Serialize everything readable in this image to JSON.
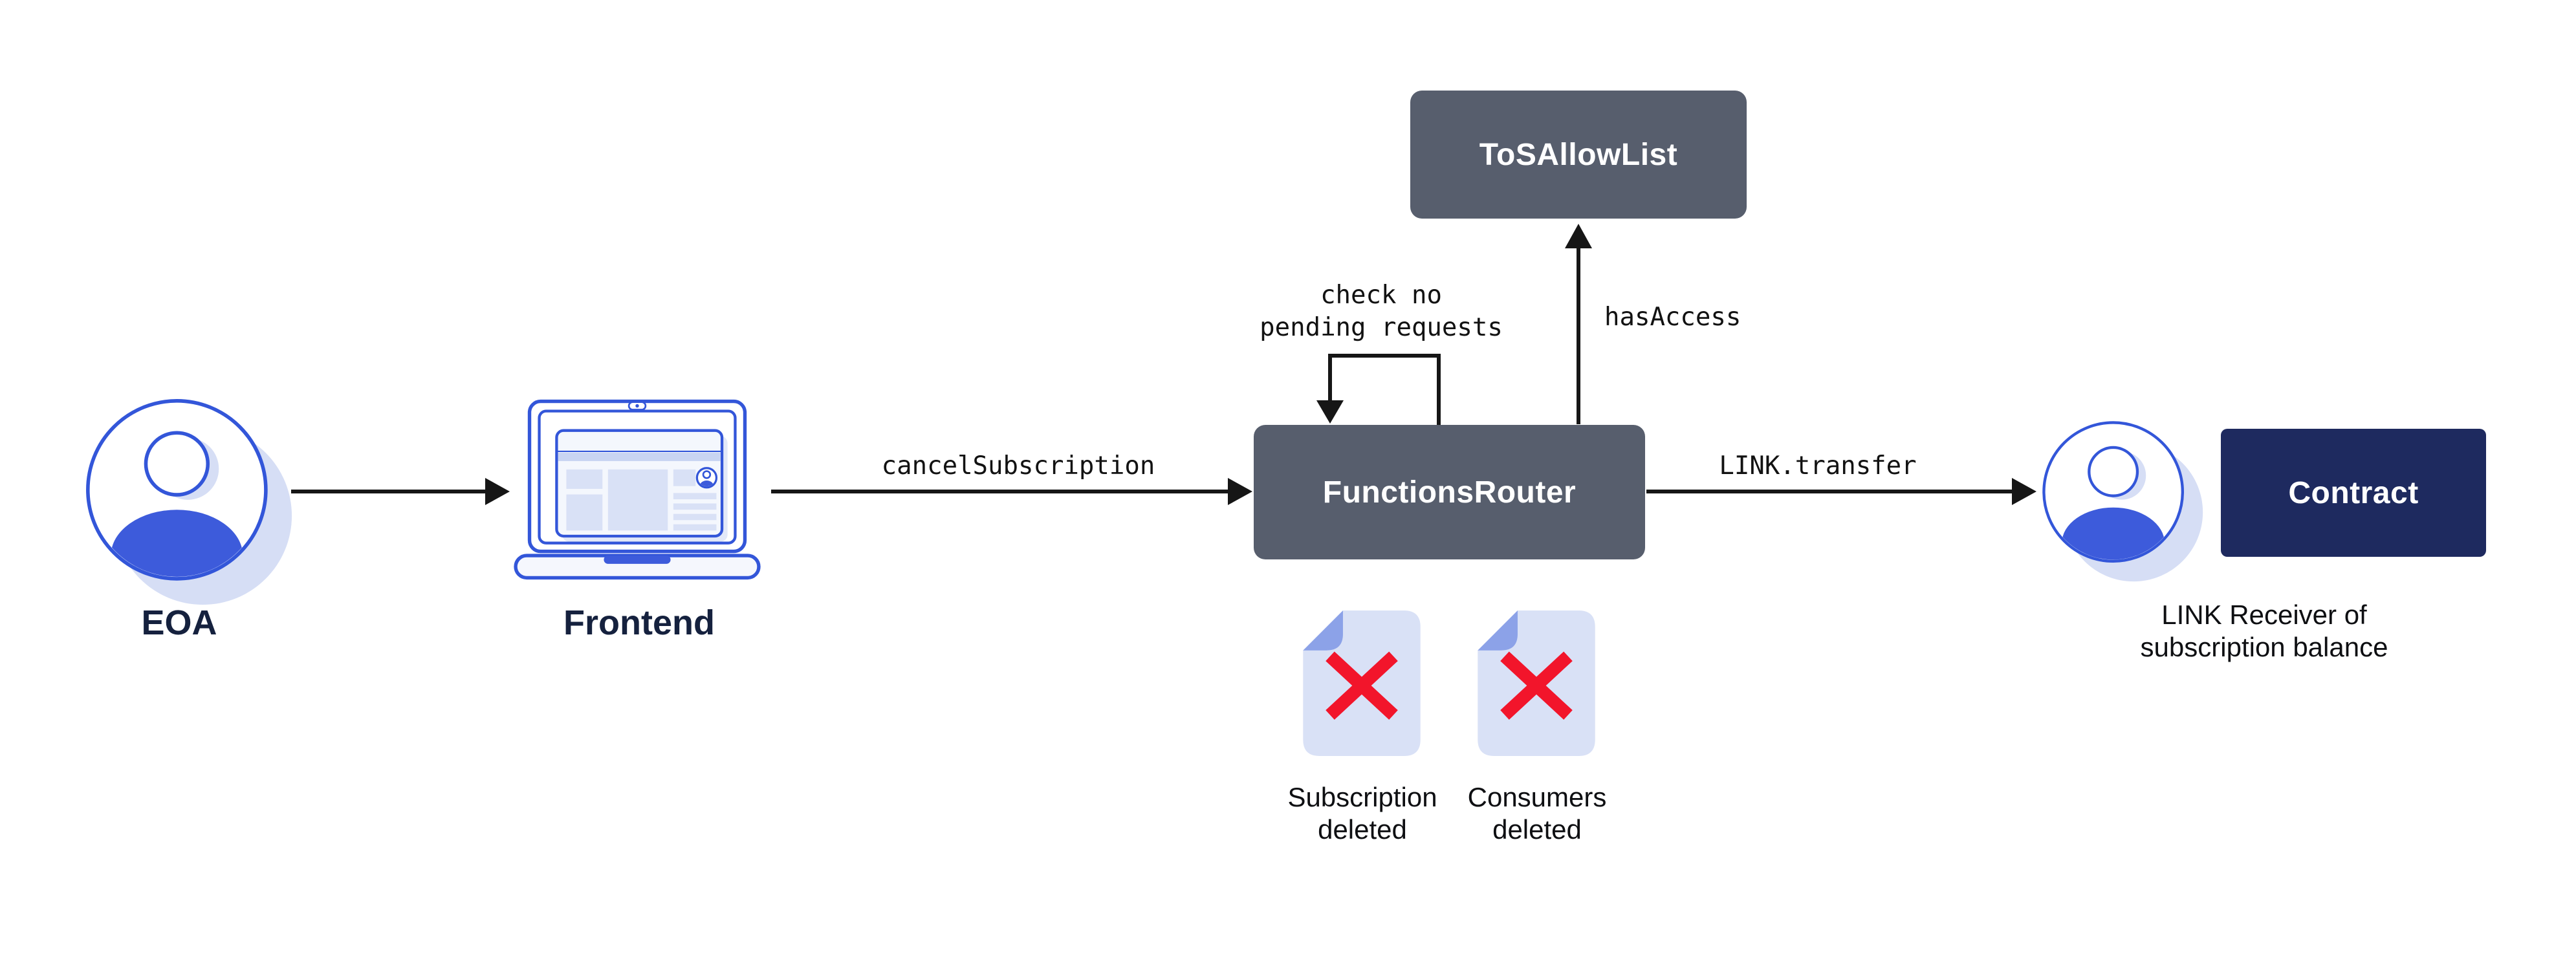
{
  "nodes": {
    "eoa": {
      "label": "EOA"
    },
    "frontend": {
      "label": "Frontend"
    },
    "functions_router": {
      "label": "FunctionsRouter"
    },
    "tos_allow_list": {
      "label": "ToSAllowList"
    },
    "contract": {
      "label": "Contract"
    },
    "link_receiver": {
      "caption": "LINK Receiver of\nsubscription balance"
    }
  },
  "edges": {
    "cancel_subscription": {
      "label": "cancelSubscription"
    },
    "check_no_pending": {
      "label": "check no\npending requests"
    },
    "has_access": {
      "label": "hasAccess"
    },
    "link_transfer": {
      "label": "LINK.transfer"
    }
  },
  "documents": [
    {
      "caption": "Subscription\ndeleted"
    },
    {
      "caption": "Consumers\ndeleted"
    }
  ],
  "icons": {
    "eoa": "person-avatar-circle",
    "frontend": "laptop-browser",
    "link_receiver": "person-avatar-circle",
    "deleted_marker": "document-with-red-x"
  },
  "colors": {
    "background": "#FFFFFF",
    "box_slate": "#575E6D",
    "box_navy": "#1E2A5F",
    "blue_stroke": "#3356D9",
    "blue_fill": "#3D5BDB",
    "lavender_shadow": "#D6DEF5",
    "doc_fill": "#D9E1F6",
    "doc_fold": "#8CA2E8",
    "red_x": "#F2152B",
    "arrow": "#161616"
  }
}
